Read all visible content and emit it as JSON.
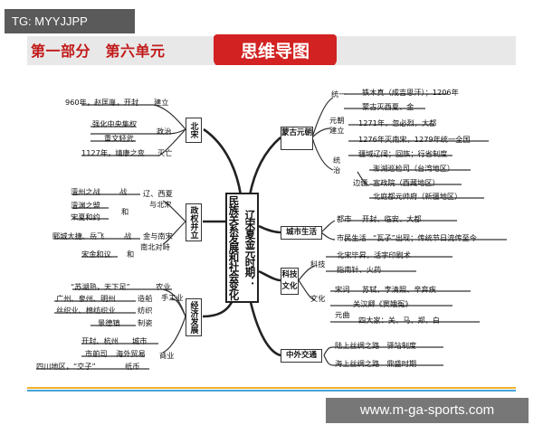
{
  "watermarks": {
    "top": "TG: MYYJJPP",
    "bottom": "www.m-ga-sports.com"
  },
  "header": {
    "left_title": "第一部分　第六单元",
    "right_title": "思维导图"
  },
  "center": {
    "line1": "辽宋夏金元时期：",
    "line2": "民族关系发展和社会变化"
  },
  "left": {
    "beisong": {
      "title": "北宋",
      "row1a": "960年，赵匡胤，开封",
      "row1b": "建立",
      "row2": "强化中央集权",
      "row2b": "政治",
      "row3": "重文轻武",
      "row4a": "1127年，靖康之变",
      "row4b": "灭亡"
    },
    "zhengquan": {
      "title": "政权并立",
      "r1a": "澶州之战",
      "r1b": "战",
      "r1c": "辽、西夏",
      "r1d": "与北宋",
      "r2a": "澶渊之盟",
      "r2b": "和",
      "r3": "宋夏和约",
      "r4a": "郾城大捷、岳飞",
      "r4b": "战",
      "r4c": "金与南宋",
      "r4d": "南北对峙",
      "r5a": "宋金和议",
      "r5b": "和"
    },
    "jingji": {
      "title": "经济发展",
      "n1a": "“苏湖熟，天下足”",
      "n1b": "农业",
      "s1": "广州、泉州、明州",
      "s1b": "造船",
      "s2": "丝织业、棉纺织业",
      "s2b": "纺织",
      "s3": "景德镇",
      "s3b": "制瓷",
      "sg": "手工业",
      "c1a": "开封、杭州",
      "c1b": "城市",
      "c2a": "市舶司",
      "c2b": "海外贸易",
      "c3a": "四川地区，“交子”",
      "c3b": "纸币",
      "cg": "商业"
    }
  },
  "right": {
    "menggu": {
      "title": "蒙古元朝",
      "tongyi": "统一",
      "t1": "铁木真（成吉思汗）；1206年",
      "t2": "蒙古灭西夏、金",
      "yuan": "元朝建立",
      "y1": "1271年，忽必烈，大都",
      "y2": "1276年灭南宋，1279年统一全国",
      "tongzhi": "统治",
      "z1": "疆域辽阔；回族；行省制度",
      "bianjiang": "边疆",
      "b1": "澎湖巡检司（台湾地区）",
      "b2": "宣政院（西藏地区）",
      "b3": "北庭都元帅府（新疆地区）"
    },
    "chengshi": {
      "title": "城市生活",
      "d": "都市",
      "d1": "开封、临安、大都",
      "s": "市民生活",
      "s1": "“瓦子”出现；传统节日流传至今"
    },
    "keji": {
      "title": "科技文化",
      "k": "科技",
      "k1": "北宋毕昇，活字印刷术",
      "k2": "指南针、火药",
      "w": "文化",
      "song": "宋词",
      "song1": "苏轼、李清照、辛弃疾",
      "yq": "元曲",
      "yq1": "关汉卿《窦娥冤》",
      "yq2": "四大家：关、马、郑、白"
    },
    "zhongwai": {
      "title": "中外交通",
      "z1": "陆上丝绸之路　驿站制度",
      "z2": "海上丝绸之路　鼎盛时期"
    }
  }
}
